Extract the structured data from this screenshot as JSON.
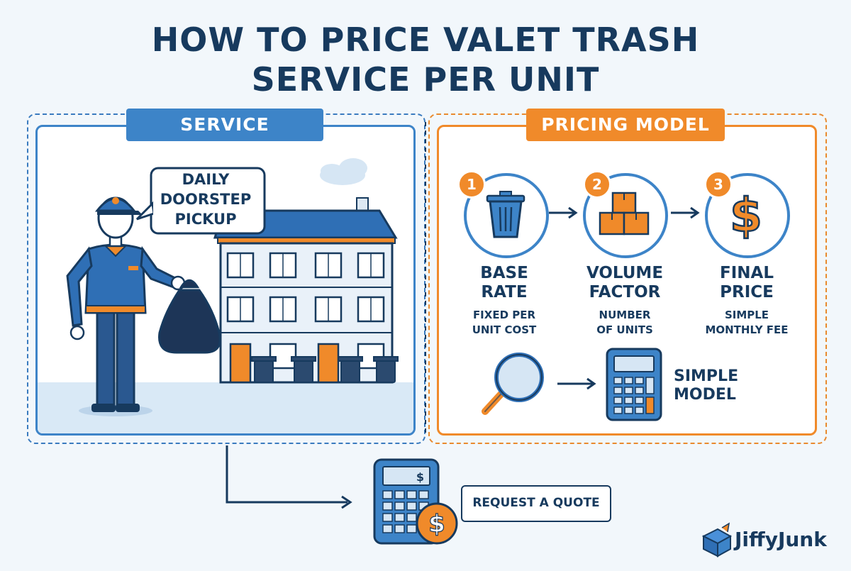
{
  "title": {
    "line1": "HOW TO PRICE VALET TRASH",
    "line2": "SERVICE PER UNIT"
  },
  "service": {
    "tab": "SERVICE",
    "bubble": {
      "line1": "DAILY",
      "line2": "DOORSTEP",
      "line3": "PICKUP"
    }
  },
  "pricing": {
    "tab": "PRICING MODEL",
    "steps": [
      {
        "num": "1",
        "title1": "BASE",
        "title2": "RATE",
        "sub1": "FIXED PER",
        "sub2": "UNIT COST",
        "icon": "trash-can-icon"
      },
      {
        "num": "2",
        "title1": "VOLUME",
        "title2": "FACTOR",
        "sub1": "NUMBER",
        "sub2": "OF UNITS",
        "icon": "boxes-icon"
      },
      {
        "num": "3",
        "title1": "FINAL",
        "title2": "PRICE",
        "sub1": "SIMPLE",
        "sub2": "MONTHLY FEE",
        "icon": "dollar-icon"
      }
    ],
    "simple_model": {
      "line1": "SIMPLE",
      "line2": "MODEL"
    }
  },
  "quote": {
    "label": "REQUEST A QUOTE"
  },
  "brand": {
    "name": "JiffyJunk"
  },
  "colors": {
    "navy": "#173a5e",
    "blue": "#3d84c8",
    "orange": "#f08a2a",
    "background": "#f2f7fb"
  }
}
